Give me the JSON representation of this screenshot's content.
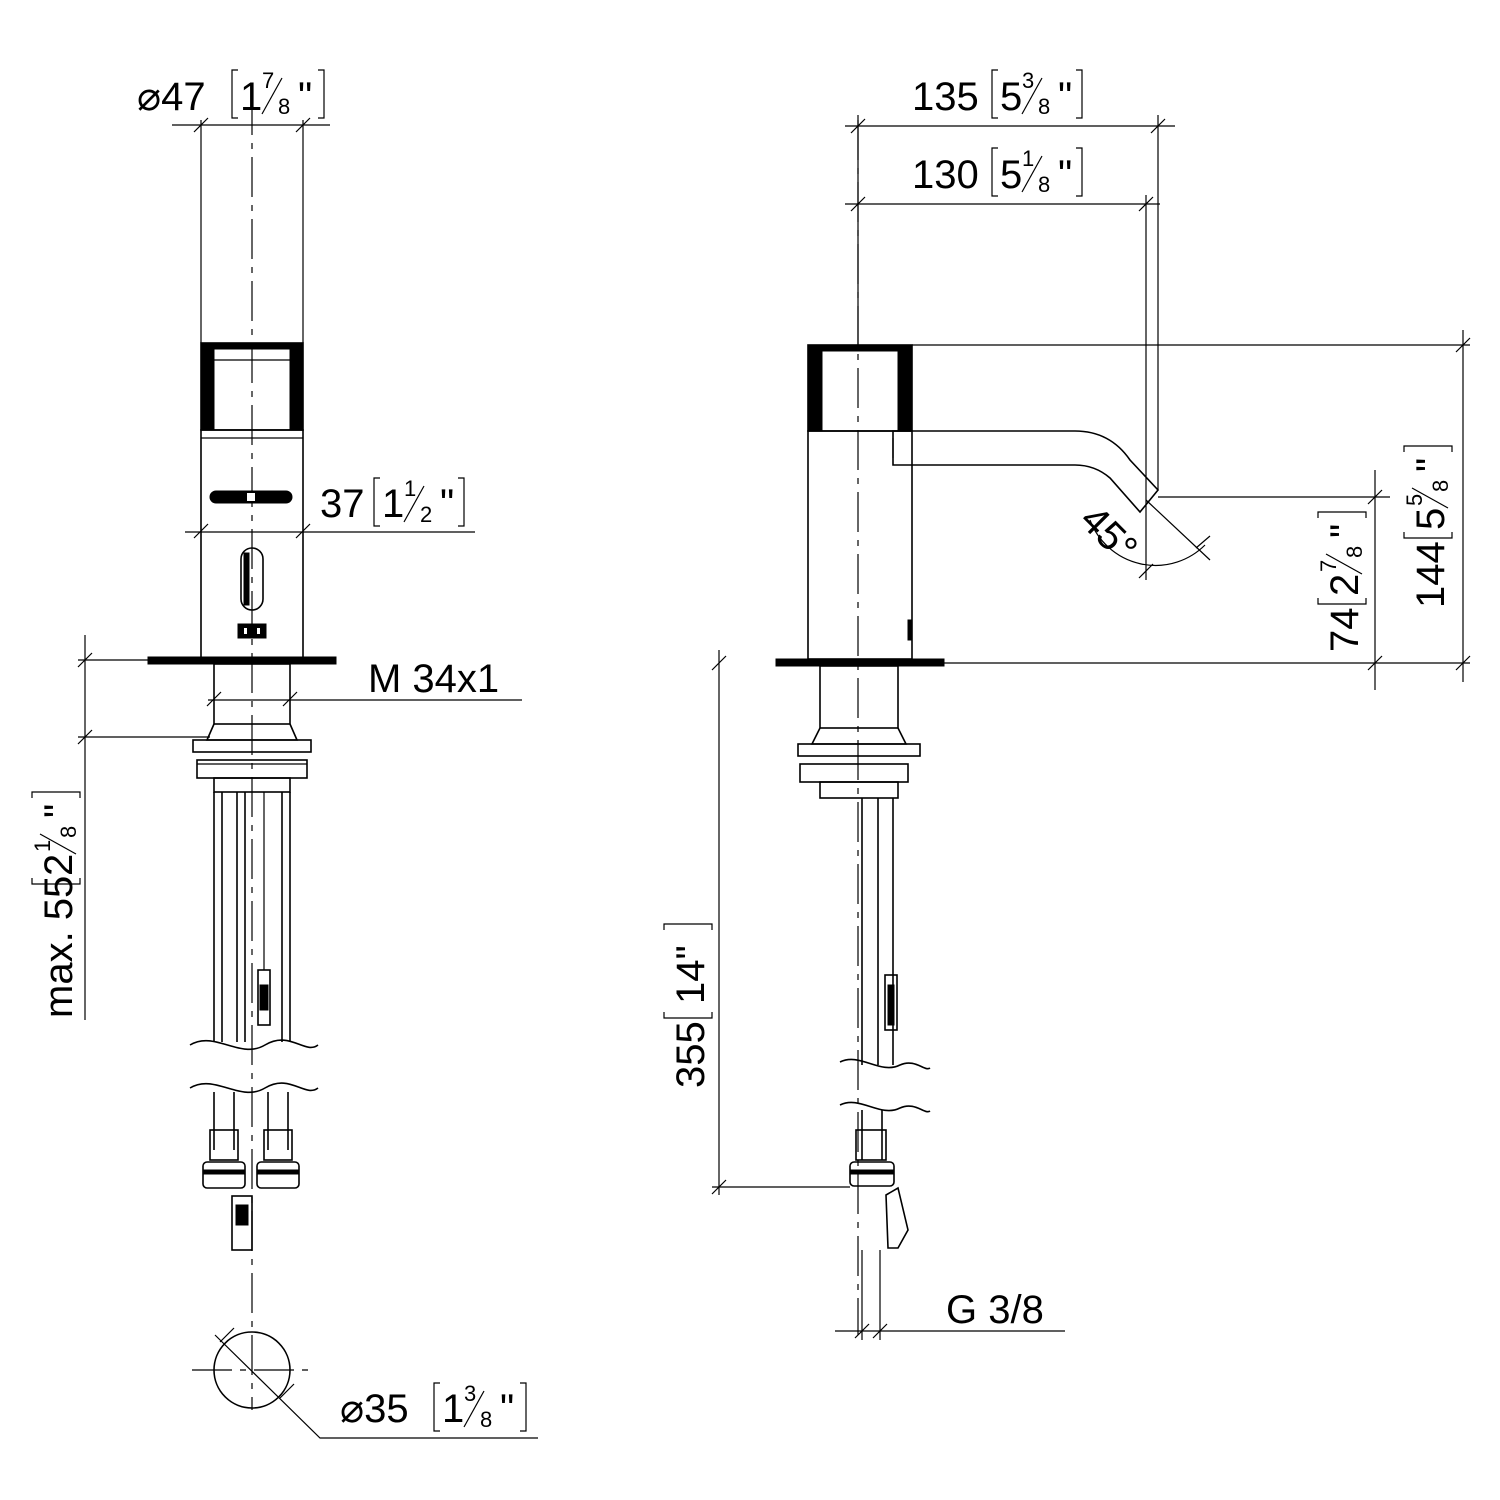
{
  "front_view": {
    "top_diameter": {
      "symbol": "⌀",
      "value": "47",
      "inch_whole": "1",
      "inch_num": "7",
      "inch_den": "8",
      "inch_mark": "\""
    },
    "sensor_height": {
      "value": "37",
      "inch_whole": "1",
      "inch_num": "1",
      "inch_den": "2",
      "inch_mark": "\""
    },
    "thread_label": "M 34x1",
    "deck_thickness": {
      "prefix": "max.",
      "value": "55",
      "inch_whole": "2",
      "inch_num": "1",
      "inch_den": "8",
      "inch_mark": "\""
    },
    "hole_diameter": {
      "symbol": "⌀",
      "value": "35",
      "inch_whole": "1",
      "inch_num": "3",
      "inch_den": "8",
      "inch_mark": "\""
    }
  },
  "side_view": {
    "reach_outer": {
      "value": "135",
      "inch_whole": "5",
      "inch_num": "3",
      "inch_den": "8",
      "inch_mark": "\""
    },
    "reach_spout": {
      "value": "130",
      "inch_whole": "5",
      "inch_num": "1",
      "inch_den": "8",
      "inch_mark": "\""
    },
    "spout_angle": "45°",
    "spout_height": {
      "value": "74",
      "inch_whole": "2",
      "inch_num": "7",
      "inch_den": "8",
      "inch_mark": "\""
    },
    "total_height": {
      "value": "144",
      "inch_whole": "5",
      "inch_num": "5",
      "inch_den": "8",
      "inch_mark": "\""
    },
    "hose_length": {
      "value": "355",
      "inch_text": "14\""
    },
    "connection_label": "G 3/8"
  }
}
